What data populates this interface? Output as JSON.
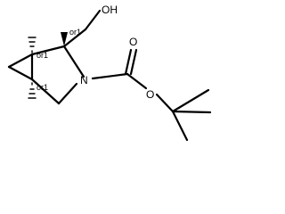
{
  "molecule": {
    "atoms": {
      "hydroxyl": "OH",
      "nitrogen": "N",
      "carbonyl_oxygen": "O",
      "ester_oxygen": "O"
    },
    "stereo_descriptors": {
      "c2": "or1",
      "c1": "or1",
      "c5": "or1"
    }
  }
}
